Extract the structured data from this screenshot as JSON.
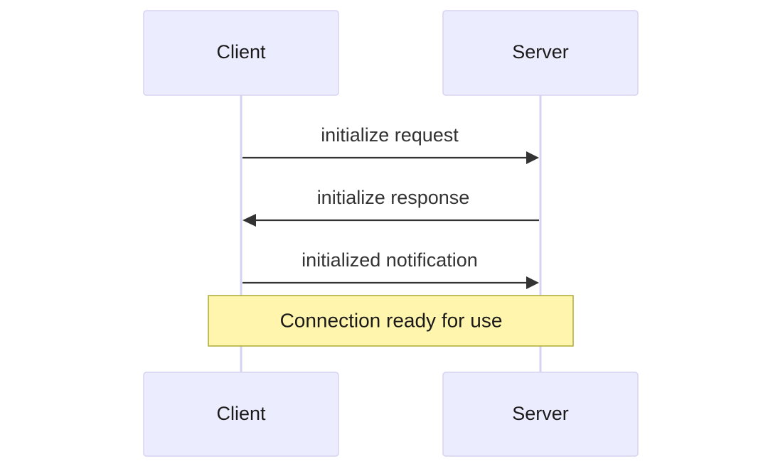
{
  "participants": [
    {
      "id": "client",
      "label": "Client"
    },
    {
      "id": "server",
      "label": "Server"
    }
  ],
  "messages": [
    {
      "from": "client",
      "to": "server",
      "label": "initialize request"
    },
    {
      "from": "server",
      "to": "client",
      "label": "initialize response"
    },
    {
      "from": "client",
      "to": "server",
      "label": "initialized notification"
    }
  ],
  "note": {
    "text": "Connection ready for use",
    "over": [
      "client",
      "server"
    ]
  },
  "colors": {
    "actor_fill": "#ECECFF",
    "actor_border": "#D6D3F2",
    "note_fill": "#FFF5AD",
    "note_border": "#AAAA33",
    "arrow": "#333333"
  }
}
